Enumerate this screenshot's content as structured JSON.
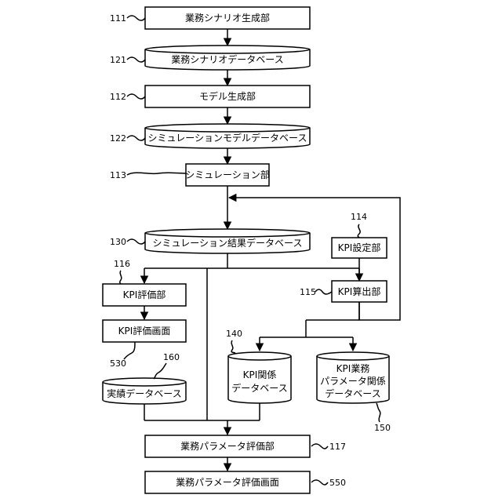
{
  "nodes": {
    "scenario_gen": "業務シナリオ生成部",
    "scenario_db": "業務シナリオデータベース",
    "model_gen": "モデル生成部",
    "sim_model_db": "シミュレーションモデルデータベース",
    "simulation": "シミュレーション部",
    "sim_result_db": "シミュレーション結果データベース",
    "kpi_setting": "KPI設定部",
    "kpi_eval": "KPI評価部",
    "kpi_calc": "KPI算出部",
    "kpi_eval_screen": "KPI評価画面",
    "kpi_rel_db_line1": "KPI関係",
    "kpi_rel_db_line2": "データベース",
    "kpi_param_db_line1": "KPI業務",
    "kpi_param_db_line2": "パラメータ関係",
    "kpi_param_db_line3": "データベース",
    "actual_db": "実績データベース",
    "param_eval": "業務パラメータ評価部",
    "param_eval_screen": "業務パラメータ評価画面"
  },
  "refs": {
    "scenario_gen": "111",
    "scenario_db": "121",
    "model_gen": "112",
    "sim_model_db": "122",
    "simulation": "113",
    "sim_result_db": "130",
    "kpi_setting": "114",
    "kpi_eval": "116",
    "kpi_calc": "115",
    "kpi_eval_screen": "530",
    "kpi_rel_db": "140",
    "actual_db": "160",
    "kpi_param_db": "150",
    "param_eval": "117",
    "param_eval_screen": "550"
  }
}
